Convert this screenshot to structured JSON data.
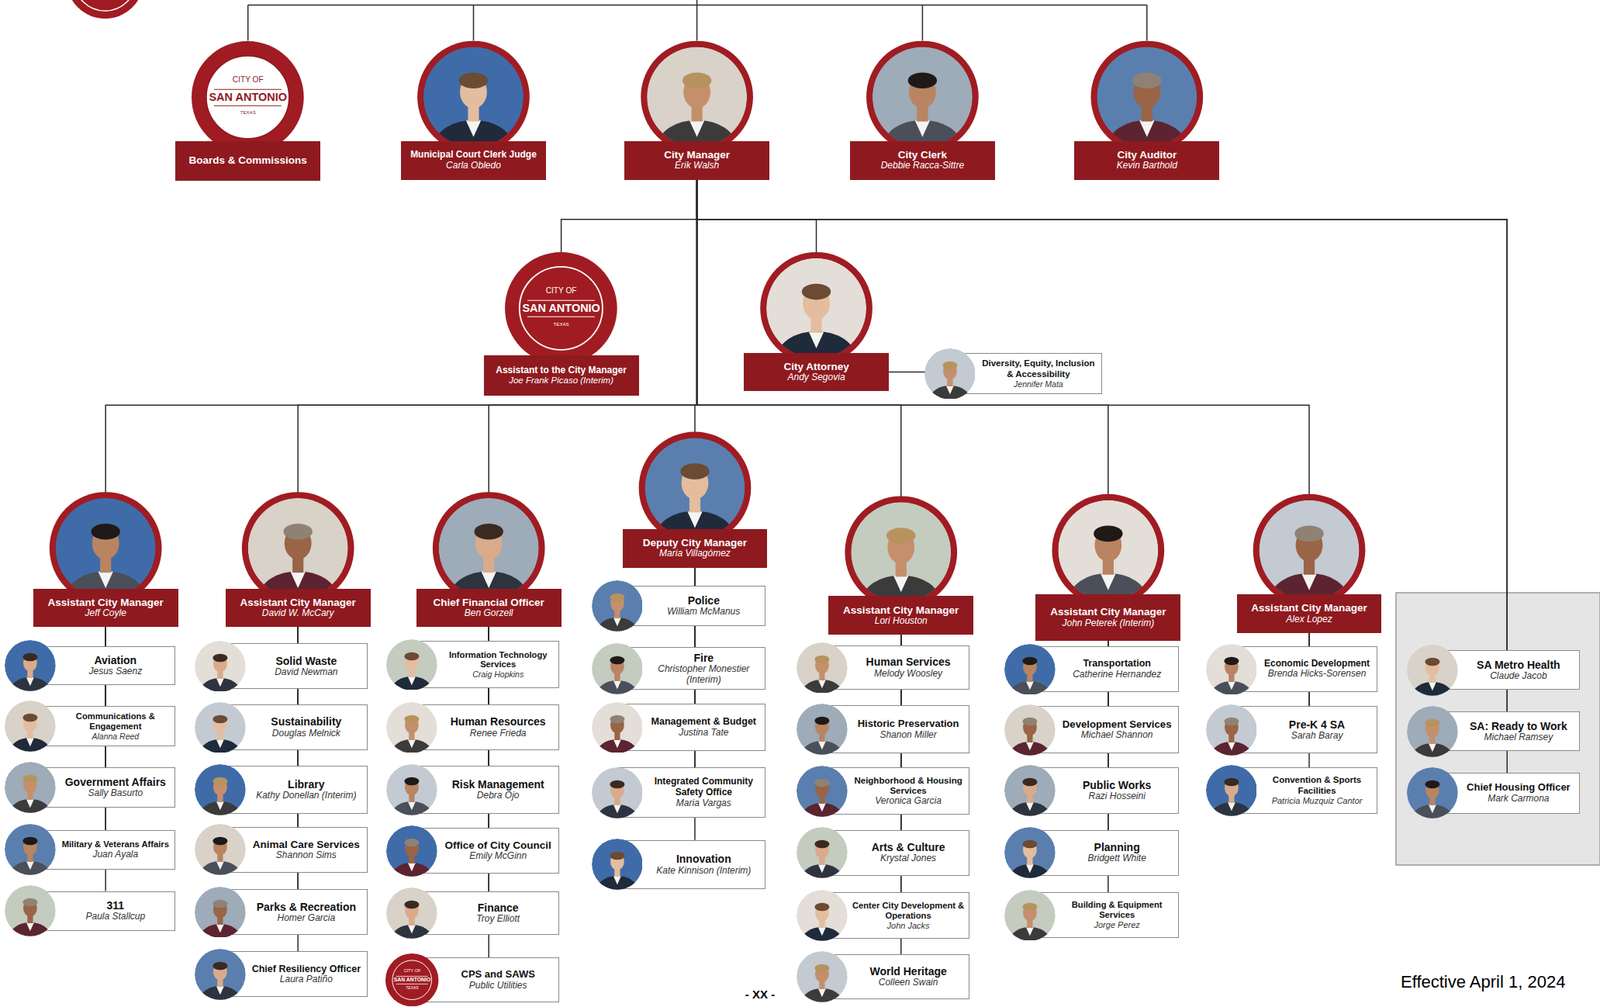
{
  "diagram": {
    "nodes": [
      {
        "text": [
          "Boards & Commissions"
        ]
      },
      {
        "text": [
          "Municipal Court Clerk Judge",
          "Carla Obledo"
        ]
      },
      {
        "text": [
          "City Manager",
          "Erik Walsh"
        ]
      },
      {
        "text": [
          "City Clerk",
          "Debbie Racca-Sittre"
        ]
      },
      {
        "text": [
          "City Auditor",
          "Kevin Barthold"
        ]
      },
      {
        "text": [
          "Assistant to the City Manager",
          "Joe Frank Picaso (Interim)"
        ]
      },
      {
        "text": [
          "City Attorney",
          "Andy Segovia"
        ]
      },
      {
        "text": [
          "Diversity, Equity, Inclusion & Accessibility",
          "Jennifer Mata"
        ]
      },
      {
        "text": [
          "Assistant City Manager",
          "Jeff Coyle"
        ]
      },
      {
        "text": [
          "Assistant City Manager",
          "David W. McCary"
        ]
      },
      {
        "text": [
          "Chief Financial Officer",
          "Ben Gorzell"
        ]
      },
      {
        "text": [
          "Deputy City Manager",
          "Maria Villagómez"
        ]
      },
      {
        "text": [
          "Assistant City Manager",
          "Lori Houston"
        ]
      },
      {
        "text": [
          "Assistant City Manager",
          "John Peterek (Interim)"
        ]
      },
      {
        "text": [
          "Assistant City Manager",
          "Alex Lopez"
        ]
      },
      {
        "text": [
          "Aviation",
          "Jesus Saenz"
        ]
      },
      {
        "text": [
          "Communications & Engagement",
          "Alanna Reed"
        ]
      },
      {
        "text": [
          "Government Affairs",
          "Sally Basurto"
        ]
      },
      {
        "text": [
          "Military & Veterans Affairs",
          "Juan Ayala"
        ]
      },
      {
        "text": [
          "311",
          "Paula Stallcup"
        ]
      },
      {
        "text": [
          "Solid Waste",
          "David Newman"
        ]
      },
      {
        "text": [
          "Sustainability",
          "Douglas Melnick"
        ]
      },
      {
        "text": [
          "Library",
          "Kathy Donellan (Interim)"
        ]
      },
      {
        "text": [
          "Animal Care Services",
          "Shannon Sims"
        ]
      },
      {
        "text": [
          "Parks & Recreation",
          "Homer Garcia"
        ]
      },
      {
        "text": [
          "Chief Resiliency Officer",
          "Laura Patiño"
        ]
      },
      {
        "text": [
          "Information Technology Services",
          "Craig Hopkins"
        ]
      },
      {
        "text": [
          "Human Resources",
          "Renee Frieda"
        ]
      },
      {
        "text": [
          "Risk Management",
          "Debra Ojo"
        ]
      },
      {
        "text": [
          "Office of City Council",
          "Emily McGinn"
        ]
      },
      {
        "text": [
          "Finance",
          "Troy Elliott"
        ]
      },
      {
        "text": [
          "CPS and SAWS",
          "Public Utilities"
        ]
      },
      {
        "text": [
          "Police",
          "William McManus"
        ]
      },
      {
        "text": [
          "Fire",
          "Christopher Monestier (Interim)"
        ]
      },
      {
        "text": [
          "Management & Budget",
          "Justina Tate"
        ]
      },
      {
        "text": [
          "Integrated Community Safety Office",
          "Maria Vargas"
        ]
      },
      {
        "text": [
          "Innovation",
          "Kate Kinnison (Interim)"
        ]
      },
      {
        "text": [
          "Human Services",
          "Melody Woosley"
        ]
      },
      {
        "text": [
          "Historic Preservation",
          "Shanon Miller"
        ]
      },
      {
        "text": [
          "Neighborhood & Housing Services",
          "Veronica Garcia"
        ]
      },
      {
        "text": [
          "Arts & Culture",
          "Krystal Jones"
        ]
      },
      {
        "text": [
          "Center City Development & Operations",
          "John Jacks"
        ]
      },
      {
        "text": [
          "World Heritage",
          "Colleen Swain"
        ]
      },
      {
        "text": [
          "Transportation",
          "Catherine Hernandez"
        ]
      },
      {
        "text": [
          "Development Services",
          "Michael Shannon"
        ]
      },
      {
        "text": [
          "Public Works",
          "Razi Hosseini"
        ]
      },
      {
        "text": [
          "Planning",
          "Bridgett White"
        ]
      },
      {
        "text": [
          "Building & Equipment Services",
          "Jorge Perez"
        ]
      },
      {
        "text": [
          "Economic Development",
          "Brenda Hicks-Sorensen"
        ]
      },
      {
        "text": [
          "Pre-K 4 SA",
          "Sarah Baray"
        ]
      },
      {
        "text": [
          "Convention & Sports Facilities",
          "Patricia Muzquiz Cantor"
        ]
      },
      {
        "text": [
          "SA Metro Health",
          "Claude Jacob"
        ]
      },
      {
        "text": [
          "SA: Ready to Work",
          "Michael Ramsey"
        ]
      },
      {
        "text": [
          "Chief Housing Officer",
          "Mark Carmona"
        ]
      }
    ],
    "edges": [
      {
        "from": 2,
        "to": 5,
        "arrow": "none"
      },
      {
        "from": 2,
        "to": 6,
        "arrow": "none"
      },
      {
        "from": 2,
        "to": 8,
        "arrow": "none"
      },
      {
        "from": 2,
        "to": 9,
        "arrow": "none"
      },
      {
        "from": 2,
        "to": 10,
        "arrow": "none"
      },
      {
        "from": 2,
        "to": 11,
        "arrow": "none"
      },
      {
        "from": 2,
        "to": 12,
        "arrow": "none"
      },
      {
        "from": 2,
        "to": 13,
        "arrow": "none"
      },
      {
        "from": 2,
        "to": 14,
        "arrow": "none"
      },
      {
        "from": 2,
        "to": 51,
        "arrow": "none"
      },
      {
        "from": 2,
        "to": 52,
        "arrow": "none"
      },
      {
        "from": 2,
        "to": 53,
        "arrow": "none"
      },
      {
        "from": 6,
        "to": 7,
        "arrow": "none"
      },
      {
        "from": 8,
        "to": 15,
        "arrow": "none"
      },
      {
        "from": 8,
        "to": 16,
        "arrow": "none"
      },
      {
        "from": 8,
        "to": 17,
        "arrow": "none"
      },
      {
        "from": 8,
        "to": 18,
        "arrow": "none"
      },
      {
        "from": 8,
        "to": 19,
        "arrow": "none"
      },
      {
        "from": 9,
        "to": 20,
        "arrow": "none"
      },
      {
        "from": 9,
        "to": 21,
        "arrow": "none"
      },
      {
        "from": 9,
        "to": 22,
        "arrow": "none"
      },
      {
        "from": 9,
        "to": 23,
        "arrow": "none"
      },
      {
        "from": 9,
        "to": 24,
        "arrow": "none"
      },
      {
        "from": 9,
        "to": 25,
        "arrow": "none"
      },
      {
        "from": 10,
        "to": 26,
        "arrow": "none"
      },
      {
        "from": 10,
        "to": 27,
        "arrow": "none"
      },
      {
        "from": 10,
        "to": 28,
        "arrow": "none"
      },
      {
        "from": 10,
        "to": 29,
        "arrow": "none"
      },
      {
        "from": 10,
        "to": 30,
        "arrow": "none"
      },
      {
        "from": 10,
        "to": 31,
        "arrow": "none"
      },
      {
        "from": 11,
        "to": 32,
        "arrow": "none"
      },
      {
        "from": 11,
        "to": 33,
        "arrow": "none"
      },
      {
        "from": 11,
        "to": 34,
        "arrow": "none"
      },
      {
        "from": 11,
        "to": 35,
        "arrow": "none"
      },
      {
        "from": 11,
        "to": 36,
        "arrow": "none"
      },
      {
        "from": 12,
        "to": 37,
        "arrow": "none"
      },
      {
        "from": 12,
        "to": 38,
        "arrow": "none"
      },
      {
        "from": 12,
        "to": 39,
        "arrow": "none"
      },
      {
        "from": 12,
        "to": 40,
        "arrow": "none"
      },
      {
        "from": 12,
        "to": 41,
        "arrow": "none"
      },
      {
        "from": 12,
        "to": 42,
        "arrow": "none"
      },
      {
        "from": 13,
        "to": 43,
        "arrow": "none"
      },
      {
        "from": 13,
        "to": 44,
        "arrow": "none"
      },
      {
        "from": 13,
        "to": 45,
        "arrow": "none"
      },
      {
        "from": 13,
        "to": 46,
        "arrow": "none"
      },
      {
        "from": 13,
        "to": 47,
        "arrow": "none"
      },
      {
        "from": 14,
        "to": 48,
        "arrow": "none"
      },
      {
        "from": 14,
        "to": 49,
        "arrow": "none"
      },
      {
        "from": 14,
        "to": 50,
        "arrow": "none"
      }
    ],
    "labels": [
      "CITY OF",
      "SAN ANTONIO",
      "TEXAS",
      "CITY OF",
      "SAN ANTONIO",
      "TEXAS",
      "CITY OF",
      "SAN ANTONIO",
      "TEXAS",
      "- XX -",
      "Effective April 1, 2024"
    ]
  }
}
